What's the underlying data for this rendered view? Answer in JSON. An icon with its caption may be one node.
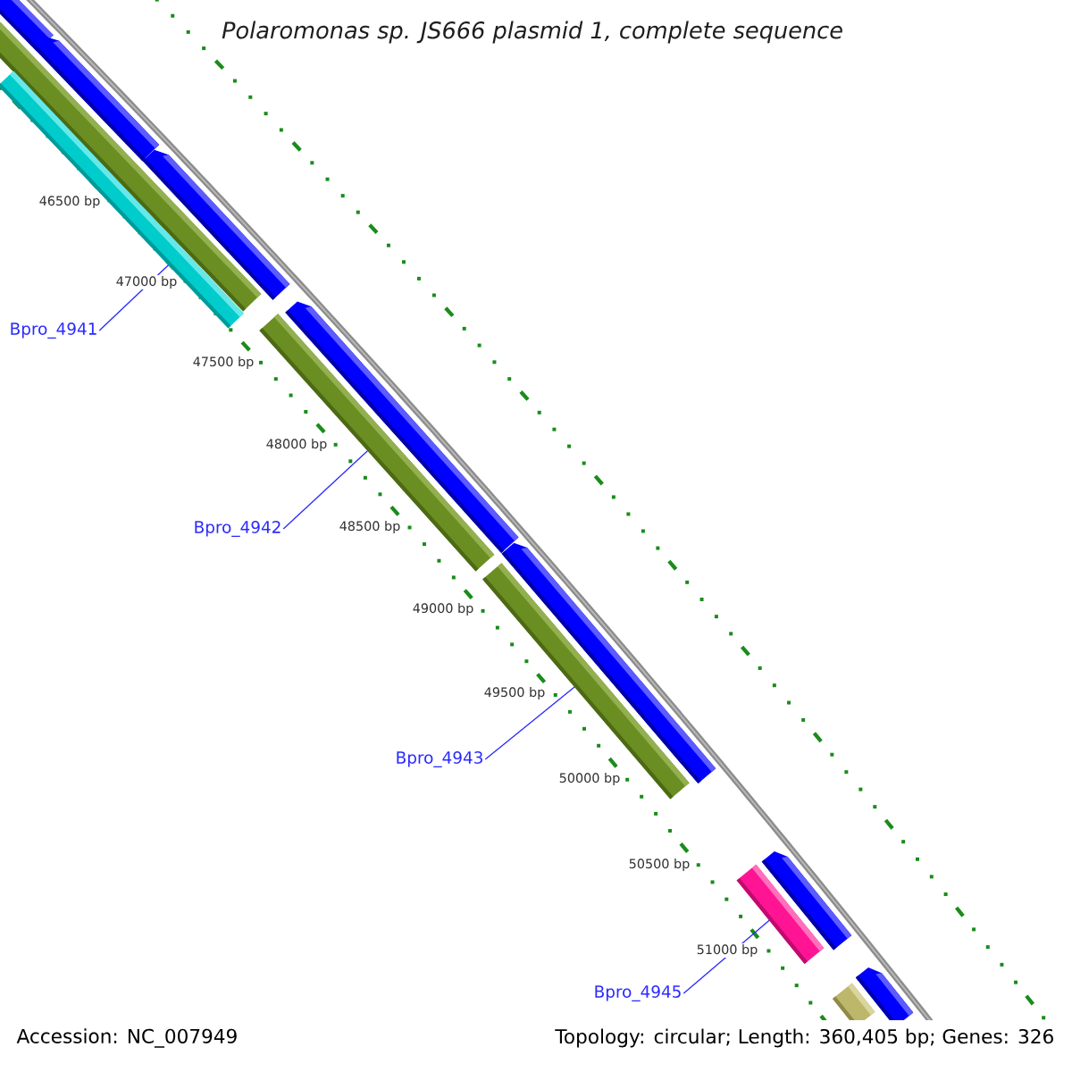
{
  "diagram": {
    "title": "Polaromonas sp. JS666 plasmid 1, complete sequence",
    "nodes": [
      {
        "text": [],
        "shape": "pentagon"
      },
      {
        "text": [],
        "shape": "bar"
      },
      {
        "text": [],
        "shape": "bar"
      },
      {
        "text": [],
        "shape": "pentagon"
      },
      {
        "text": [],
        "shape": "pentagon"
      },
      {
        "text": [
          "Bpro_4941"
        ]
      },
      {
        "text": [],
        "shape": "bar"
      },
      {
        "text": [],
        "shape": "pentagon"
      },
      {
        "text": [
          "Bpro_4942"
        ]
      },
      {
        "text": [],
        "shape": "bar"
      },
      {
        "text": [],
        "shape": "pentagon"
      },
      {
        "text": [
          "Bpro_4943"
        ]
      },
      {
        "text": [],
        "shape": "pentagon"
      },
      {
        "text": [],
        "shape": "bar"
      },
      {
        "text": [
          "Bpro_4945"
        ]
      },
      {
        "text": [],
        "shape": "pentagon"
      },
      {
        "text": [],
        "shape": "bar"
      }
    ],
    "edges": [
      {
        "from": 5,
        "to": 2,
        "arrow": "none"
      },
      {
        "from": 8,
        "to": 6,
        "arrow": "none"
      },
      {
        "from": 11,
        "to": 9,
        "arrow": "none"
      },
      {
        "from": 14,
        "to": 13,
        "arrow": "none"
      }
    ],
    "labels": [
      "46500 bp",
      "47000 bp",
      "47500 bp",
      "48000 bp",
      "48500 bp",
      "49000 bp",
      "49500 bp",
      "50000 bp",
      "50500 bp",
      "51000 bp",
      "Accession: NC_007949",
      "Topology: circular; Length: 360,405 bp; Genes: 326"
    ]
  }
}
